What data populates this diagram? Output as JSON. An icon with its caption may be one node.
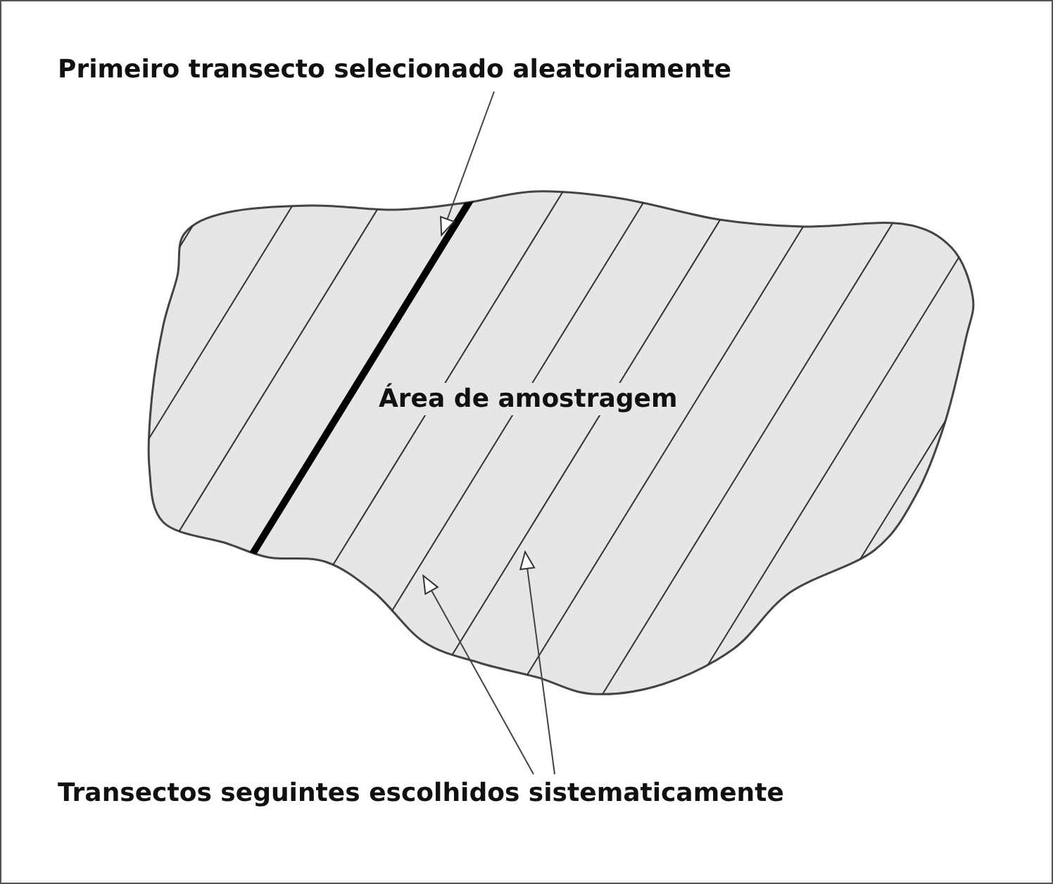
{
  "diagram": {
    "nodes": [
      {
        "text": [
          "Primeiro transecto selecionado aleatoriamente"
        ]
      },
      {
        "text": [
          "Área de amostragem"
        ]
      },
      {
        "text": [
          "Transectos seguintes escolhidos sistematicamente"
        ]
      }
    ],
    "edges": [
      {
        "from": 0,
        "to": 1,
        "arrow": "to"
      },
      {
        "from": 2,
        "to": 1,
        "arrow": "to"
      },
      {
        "from": 2,
        "to": 1,
        "arrow": "to"
      }
    ]
  }
}
